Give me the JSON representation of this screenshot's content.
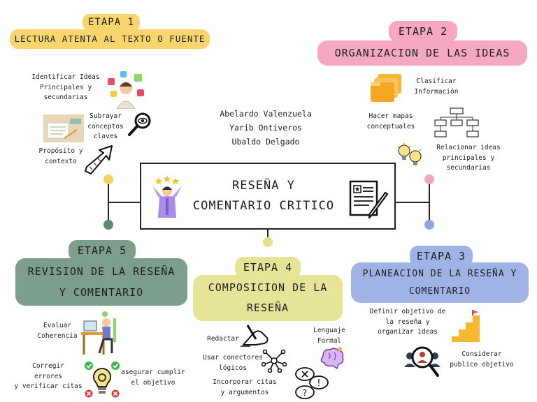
{
  "center": {
    "title_line1": "RESEÑA Y",
    "title_line2": "COMENTARIO CRITICO"
  },
  "authors": [
    "Abelardo Valenzuela",
    "Yarib Ontiveros",
    "Ubaldo Delgado"
  ],
  "stages": [
    {
      "label": "ETAPA 1",
      "title": "LECTURA ATENTA AL TEXTO O FUENTE",
      "color": "#f9d56e"
    },
    {
      "label": "ETAPA 2",
      "title": "ORGANIZACION DE LAS IDEAS",
      "color": "#f6a8c2"
    },
    {
      "label": "ETAPA 3",
      "title_line1": "PLANEACION DE LA RESEÑA Y",
      "title_line2": "COMENTARIO",
      "color": "#9fb3e6"
    },
    {
      "label": "ETAPA 4",
      "title_line1": "COMPOSICION DE LA",
      "title_line2": "RESEÑA",
      "color": "#e6e497"
    },
    {
      "label": "ETAPA 5",
      "title_line1": "REVISION DE LA RESEÑA",
      "title_line2": "Y COMENTARIO",
      "color": "#7d9e8c"
    }
  ],
  "stage1_items": {
    "ideas": [
      "Identificar Ideas",
      "Principales y",
      "secundarias"
    ],
    "subrayar": [
      "Subrayar",
      "conceptos",
      "claves"
    ],
    "proposito": [
      "Propósito y",
      "contexto"
    ]
  },
  "stage2_items": {
    "clasificar": [
      "Clasificar",
      "Información"
    ],
    "mapas": [
      "Hacer mapas",
      "conceptuales"
    ],
    "relacionar": [
      "Relacionar ideas",
      "principales y",
      "secundarias"
    ]
  },
  "stage3_items": {
    "definir": [
      "Definir objetivo de",
      "la reseña y",
      "organizar ideas"
    ],
    "considerar": [
      "Considerar",
      "publico objetivo"
    ]
  },
  "stage4_items": {
    "redactar": "Redactar",
    "lenguaje": [
      "Lenguaje",
      "Formal"
    ],
    "conectores": [
      "Usar conectores",
      "lógicos"
    ],
    "citas": [
      "Incorporar citas",
      "y argumentos"
    ]
  },
  "stage5_items": {
    "evaluar": [
      "Evaluar",
      "Coherencia"
    ],
    "corregir": [
      "Corregir",
      "errores",
      "y verificar citas"
    ],
    "asegurar": [
      "asegurar cumplir",
      "el objetivo"
    ]
  },
  "connectors": {
    "yellow": "#f4d35e",
    "green": "#5f8a72",
    "pink": "#f3a5c4",
    "blue": "#8ea6e0",
    "khaki": "#e3e08f"
  },
  "icons": [
    "puzzle-person-icon",
    "magnifier-eye-icon",
    "desk-notebook-icon",
    "arrow-up-icon",
    "star-person-icon",
    "document-pencil-icon",
    "folders-icon",
    "flowchart-icon",
    "lightbulbs-icon",
    "stairs-icon",
    "person-target-icon",
    "hand-pen-icon",
    "network-icon",
    "brain-icon",
    "speech-bubbles-icon",
    "desk-person-icon",
    "lightbulb-gear-icon"
  ]
}
